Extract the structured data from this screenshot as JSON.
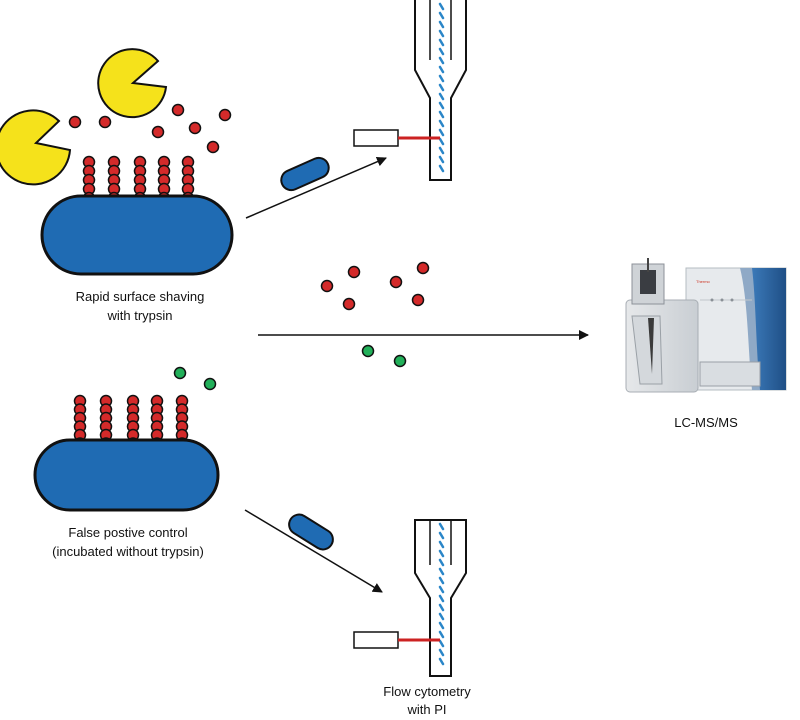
{
  "labels": {
    "shaving_line1": "Rapid surface shaving",
    "shaving_line2": "with trypsin",
    "control_line1": "False postive control",
    "control_line2": "(incubated without trypsin)",
    "flow_line1": "Flow cytometry",
    "flow_line2": "with PI",
    "lcms": "LC-MS/MS",
    "instrument_brand": "Thermo"
  },
  "colors": {
    "cell_blue": "#1f6bb3",
    "peptide_red": "#d42a2a",
    "peptide_green": "#22b05a",
    "trypsin_yellow": "#f5e21b",
    "laser_red": "#cc2222",
    "stream_blue": "#2a86c8"
  },
  "icons": {
    "trypsin": "pacman-enzyme-icon",
    "bacterium": "rod-bacterium-icon",
    "flow_cell": "flow-cytometer-nozzle-icon",
    "instrument": "mass-spectrometer-icon"
  }
}
